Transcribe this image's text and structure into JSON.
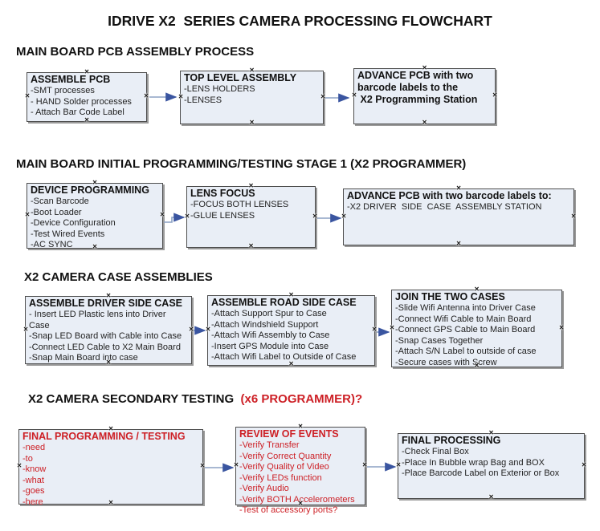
{
  "title": "IDRIVE X2  SERIES CAMERA PROCESSING FLOWCHART",
  "colors": {
    "box_fill": "#e9eef6",
    "box_border": "#4d4d4d",
    "red_text": "#cd2026",
    "arrow_line": "#8ba1c4",
    "arrow_head": "#3a55a0"
  },
  "sections": [
    {
      "heading": "MAIN BOARD PCB ASSEMBLY PROCESS",
      "boxes": [
        {
          "title": "ASSEMBLE PCB",
          "items": [
            "-SMT processes",
            "- HAND Solder processes",
            "- Attach Bar Code Label"
          ]
        },
        {
          "title": "TOP LEVEL ASSEMBLY",
          "items": [
            "-LENS HOLDERS",
            "-LENSES"
          ]
        },
        {
          "title_lines": [
            "ADVANCE PCB with two",
            "barcode labels to the",
            " X2 Programming Station"
          ],
          "items": []
        }
      ]
    },
    {
      "heading": "MAIN BOARD INITIAL PROGRAMMING/TESTING STAGE 1 (X2 PROGRAMMER)",
      "boxes": [
        {
          "title": "DEVICE PROGRAMMING",
          "items": [
            "-Scan Barcode",
            "-Boot Loader",
            "-Device Configuration",
            "-Test Wired Events",
            "-AC SYNC"
          ]
        },
        {
          "title": "LENS FOCUS",
          "items": [
            "-FOCUS BOTH LENSES",
            "-GLUE LENSES"
          ]
        },
        {
          "title": "ADVANCE PCB with two barcode labels to:",
          "items": [
            "-X2 DRIVER  SIDE  CASE  ASSEMBLY STATION"
          ]
        }
      ]
    },
    {
      "heading": "X2 CAMERA CASE ASSEMBLIES",
      "boxes": [
        {
          "title": "ASSEMBLE DRIVER SIDE CASE",
          "items": [
            "- Insert LED Plastic lens into Driver Case",
            "-Snap LED Board with Cable into Case",
            "-Connect LED Cable to X2 Main Board",
            "-Snap Main Board into case"
          ]
        },
        {
          "title": "ASSEMBLE ROAD SIDE CASE",
          "items": [
            "-Attach Support Spur to Case",
            "-Attach Windshield Support",
            "-Attach Wifi Assembly to Case",
            "-Insert GPS Module into Case",
            "-Attach Wifi Label to Outside of Case"
          ]
        },
        {
          "title": "JOIN THE TWO CASES",
          "items": [
            "-Slide Wifi Antenna into Driver Case",
            "-Connect Wifi Cable to Main Board",
            "-Connect GPS Cable to Main Board",
            "-Snap Cases Together",
            "-Attach S/N Label to outside of case",
            "-Secure cases with Screw"
          ]
        }
      ]
    },
    {
      "heading": "X2 CAMERA SECONDARY TESTING ",
      "heading_red": " (x6 PROGRAMMER)?",
      "boxes": [
        {
          "title": "FINAL PROGRAMMING / TESTING",
          "items": [
            "-need",
            "-to",
            "-know",
            "-what",
            "-goes",
            "-here"
          ]
        },
        {
          "title": "REVIEW OF EVENTS",
          "items": [
            "-Verify Transfer",
            "-Verify Correct Quantity",
            "-Verify Quality of Video",
            "-Verify LEDs function",
            "-Verify Audio",
            "-Verify BOTH Accelerometers",
            "-Test of accessory ports?"
          ]
        },
        {
          "title": "FINAL PROCESSING",
          "items": [
            "-Check Final Box",
            "-Place In Bubble wrap Bag and BOX",
            "-Place Barcode Label on Exterior or Box"
          ]
        }
      ]
    }
  ]
}
